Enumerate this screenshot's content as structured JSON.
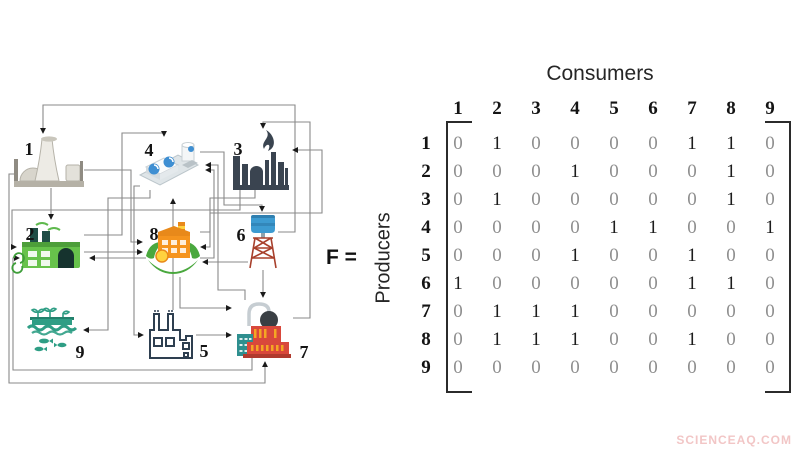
{
  "diagram": {
    "facilities": [
      {
        "number": "1",
        "name": "nuclear-power-plant"
      },
      {
        "number": "2",
        "name": "green-factory"
      },
      {
        "number": "3",
        "name": "oil-refinery"
      },
      {
        "number": "4",
        "name": "processing-plant"
      },
      {
        "number": "5",
        "name": "factory-outline"
      },
      {
        "number": "6",
        "name": "water-tower"
      },
      {
        "number": "7",
        "name": "chemical-refinery"
      },
      {
        "number": "8",
        "name": "eco-factory"
      },
      {
        "number": "9",
        "name": "aquaculture-pond"
      }
    ]
  },
  "matrix": {
    "f_label": "F =",
    "consumers_label": "Consumers",
    "producers_label": "Producers",
    "col_headers": [
      "1",
      "2",
      "3",
      "4",
      "5",
      "6",
      "7",
      "8",
      "9"
    ],
    "row_headers": [
      "1",
      "2",
      "3",
      "4",
      "5",
      "6",
      "7",
      "8",
      "9"
    ],
    "rows": [
      [
        0,
        1,
        0,
        0,
        0,
        0,
        1,
        1,
        0
      ],
      [
        0,
        0,
        0,
        1,
        0,
        0,
        0,
        1,
        0
      ],
      [
        0,
        1,
        0,
        0,
        0,
        0,
        0,
        1,
        0
      ],
      [
        0,
        0,
        0,
        0,
        1,
        1,
        0,
        0,
        1
      ],
      [
        0,
        0,
        0,
        1,
        0,
        0,
        1,
        0,
        0
      ],
      [
        1,
        0,
        0,
        0,
        0,
        0,
        1,
        1,
        0
      ],
      [
        0,
        1,
        1,
        1,
        0,
        0,
        0,
        0,
        0
      ],
      [
        0,
        1,
        1,
        1,
        0,
        0,
        1,
        0,
        0
      ],
      [
        0,
        0,
        0,
        0,
        0,
        0,
        0,
        0,
        0
      ]
    ]
  },
  "watermark": "SCIENCEAQ.COM",
  "colors": {
    "one": "#1c1c1c",
    "zero": "#8f8f8f",
    "line": "#8a8a8a",
    "watermark": "#f2c6c6"
  }
}
